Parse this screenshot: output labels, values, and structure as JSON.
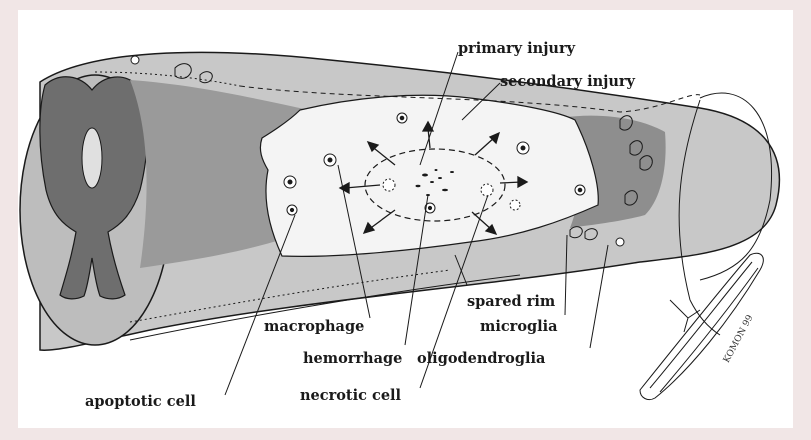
{
  "labels": {
    "primary_injury": "primary injury",
    "secondary_injury": "secondary injury",
    "spared_rim": "spared rim",
    "microglia": "microglia",
    "macrophage": "macrophage",
    "hemorrhage": "hemorrhage",
    "oligodendroglia": "oligodendroglia",
    "apoptotic_cell": "apoptotic cell",
    "necrotic_cell": "necrotic cell"
  },
  "signature": "KOMON 99",
  "colors": {
    "background": "#f1e6e6",
    "frame": "#ffffff",
    "gray_matter": "#6e6e6e",
    "white_matter": "#b4b4b4",
    "lesion": "#f4f4f4",
    "outline": "#1a1a1a"
  }
}
